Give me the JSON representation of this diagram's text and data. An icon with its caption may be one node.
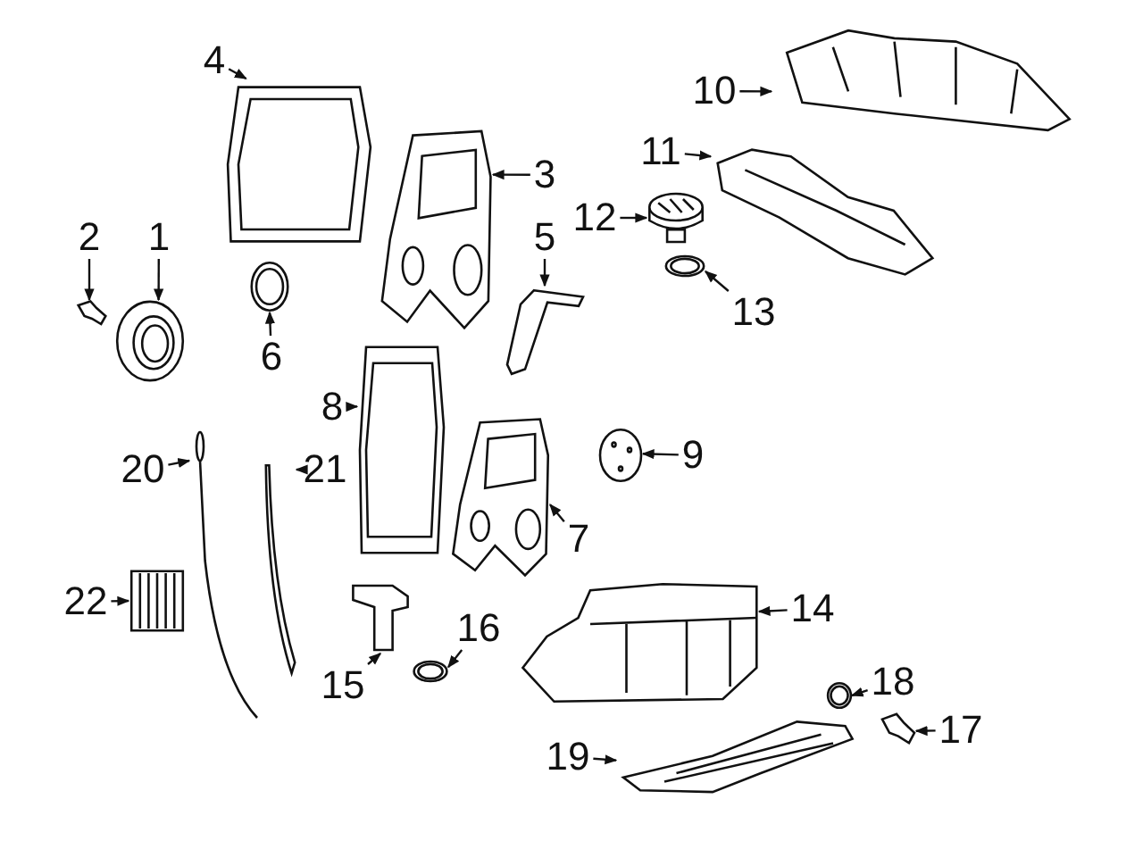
{
  "diagram": {
    "nodes": [
      {
        "text": [
          "1"
        ]
      },
      {
        "text": [
          "2"
        ]
      },
      {
        "text": [
          "3"
        ]
      },
      {
        "text": [
          "4"
        ]
      },
      {
        "text": [
          "5"
        ]
      },
      {
        "text": [
          "6"
        ]
      },
      {
        "text": [
          "7"
        ]
      },
      {
        "text": [
          "8"
        ]
      },
      {
        "text": [
          "9"
        ]
      },
      {
        "text": [
          "10"
        ]
      },
      {
        "text": [
          "11"
        ]
      },
      {
        "text": [
          "12"
        ]
      },
      {
        "text": [
          "13"
        ]
      },
      {
        "text": [
          "14"
        ]
      },
      {
        "text": [
          "15"
        ]
      },
      {
        "text": [
          "16"
        ]
      },
      {
        "text": [
          "17"
        ]
      },
      {
        "text": [
          "18"
        ]
      },
      {
        "text": [
          "19"
        ]
      },
      {
        "text": [
          "20"
        ]
      },
      {
        "text": [
          "21"
        ]
      },
      {
        "text": [
          "22"
        ]
      },
      {
        "text": [],
        "shape": "picture"
      },
      {
        "text": [],
        "shape": "picture"
      },
      {
        "text": [],
        "shape": "picture"
      },
      {
        "text": [],
        "shape": "picture"
      },
      {
        "text": [],
        "shape": "picture"
      },
      {
        "text": [],
        "shape": "picture"
      },
      {
        "text": [],
        "shape": "picture"
      },
      {
        "text": [],
        "shape": "picture"
      },
      {
        "text": [],
        "shape": "picture"
      },
      {
        "text": [],
        "shape": "picture"
      },
      {
        "text": [],
        "shape": "picture"
      },
      {
        "text": [],
        "shape": "picture"
      },
      {
        "text": [],
        "shape": "picture"
      },
      {
        "text": [],
        "shape": "picture"
      },
      {
        "text": [],
        "shape": "picture"
      },
      {
        "text": [],
        "shape": "picture"
      },
      {
        "text": [],
        "shape": "picture"
      },
      {
        "text": [],
        "shape": "picture"
      },
      {
        "text": [],
        "shape": "picture"
      },
      {
        "text": [],
        "shape": "picture"
      },
      {
        "text": [],
        "shape": "picture"
      },
      {
        "text": [],
        "shape": "picture"
      }
    ],
    "edges": [
      {
        "from": 0,
        "to": 22,
        "arrow": "to"
      },
      {
        "from": 1,
        "to": 23,
        "arrow": "to"
      },
      {
        "from": 2,
        "to": 24,
        "arrow": "to"
      },
      {
        "from": 3,
        "to": 25,
        "arrow": "to"
      },
      {
        "from": 4,
        "to": 26,
        "arrow": "to"
      },
      {
        "from": 5,
        "to": 27,
        "arrow": "to"
      },
      {
        "from": 6,
        "to": 28,
        "arrow": "to"
      },
      {
        "from": 7,
        "to": 29,
        "arrow": "to"
      },
      {
        "from": 8,
        "to": 30,
        "arrow": "to"
      },
      {
        "from": 9,
        "to": 31,
        "arrow": "to"
      },
      {
        "from": 10,
        "to": 32,
        "arrow": "to"
      },
      {
        "from": 11,
        "to": 33,
        "arrow": "to"
      },
      {
        "from": 12,
        "to": 34,
        "arrow": "to"
      },
      {
        "from": 13,
        "to": 35,
        "arrow": "to"
      },
      {
        "from": 14,
        "to": 36,
        "arrow": "to"
      },
      {
        "from": 15,
        "to": 37,
        "arrow": "to"
      },
      {
        "from": 16,
        "to": 38,
        "arrow": "to"
      },
      {
        "from": 17,
        "to": 39,
        "arrow": "to"
      },
      {
        "from": 18,
        "to": 40,
        "arrow": "to"
      },
      {
        "from": 19,
        "to": 41,
        "arrow": "to"
      },
      {
        "from": 20,
        "to": 42,
        "arrow": "to"
      },
      {
        "from": 21,
        "to": 43,
        "arrow": "to"
      }
    ]
  }
}
